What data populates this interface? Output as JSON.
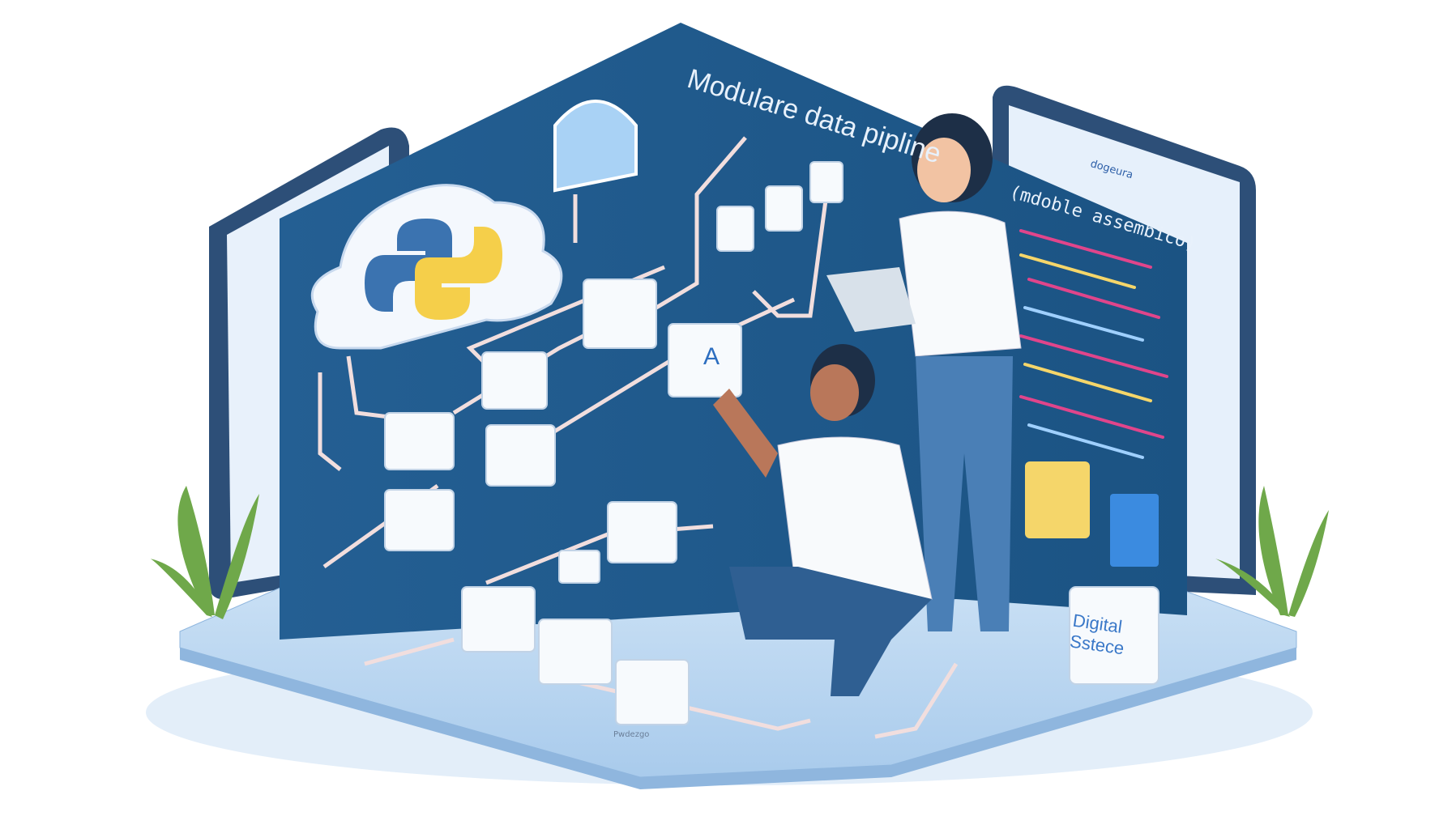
{
  "scene": {
    "title": "Modulare data pipline",
    "subtitle": "(mdoble assembico)",
    "tablet_title": "dogeura",
    "cube_label_line1": "Digital",
    "cube_label_line2": "Sstece",
    "footer_tag": "Pwdezgo",
    "icons": [
      "cloud-python-icon",
      "cloud-icon",
      "plant-icon",
      "module-cube-icon"
    ],
    "colors": {
      "wall": "#1f5a8c",
      "floor": "#bcd8f2",
      "accent_yellow": "#f5d66a",
      "python_blue": "#3b73b0"
    }
  }
}
